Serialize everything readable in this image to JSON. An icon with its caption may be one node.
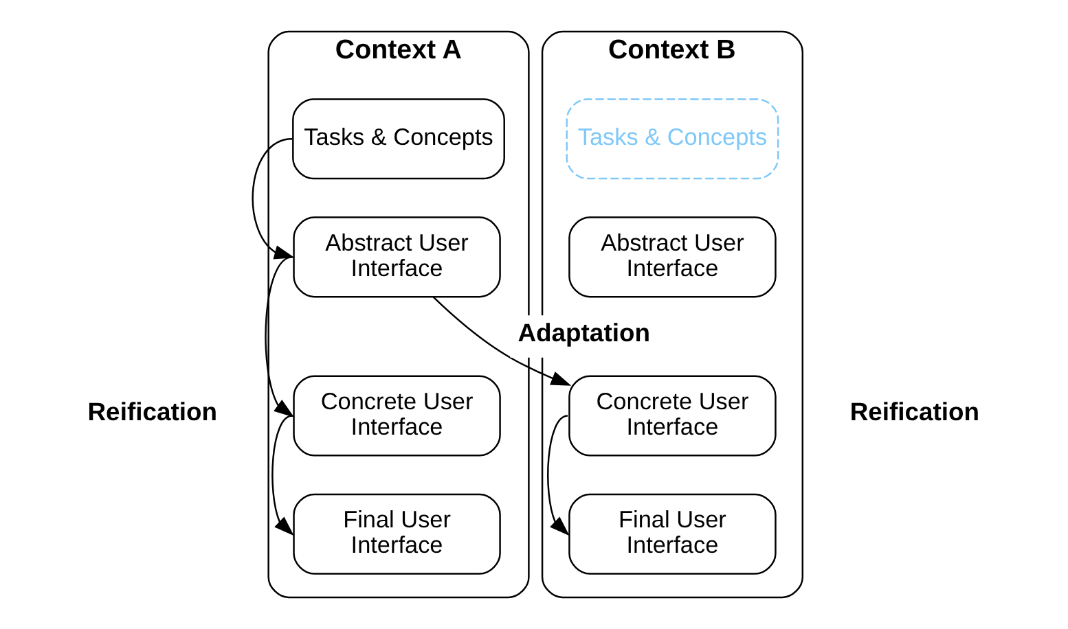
{
  "diagram": {
    "nodes": [
      {
        "text": [
          "Context A"
        ]
      },
      {
        "text": [
          "Tasks & Concepts"
        ],
        "in": 0
      },
      {
        "text": [
          "Abstract User Interface"
        ],
        "in": 0
      },
      {
        "text": [
          "Concrete User Interface"
        ],
        "in": 0
      },
      {
        "text": [
          "Final User Interface"
        ],
        "in": 0
      },
      {
        "text": [
          "Context B"
        ]
      },
      {
        "text": [
          "Tasks & Concepts"
        ],
        "in": 5
      },
      {
        "text": [
          "Abstract User Interface"
        ],
        "in": 5
      },
      {
        "text": [
          "Concrete User Interface"
        ],
        "in": 5
      },
      {
        "text": [
          "Final User Interface"
        ],
        "in": 5
      }
    ],
    "edges": [
      {
        "from": 1,
        "to": 2,
        "arrow": "to"
      },
      {
        "from": 2,
        "to": 3,
        "arrow": "to"
      },
      {
        "from": 3,
        "to": 4,
        "arrow": "to"
      },
      {
        "from": 2,
        "to": 8,
        "arrow": "to",
        "label": "Adaptation"
      },
      {
        "from": 8,
        "to": 9,
        "arrow": "to"
      }
    ],
    "labels": [
      "Reification",
      "Reification"
    ]
  }
}
